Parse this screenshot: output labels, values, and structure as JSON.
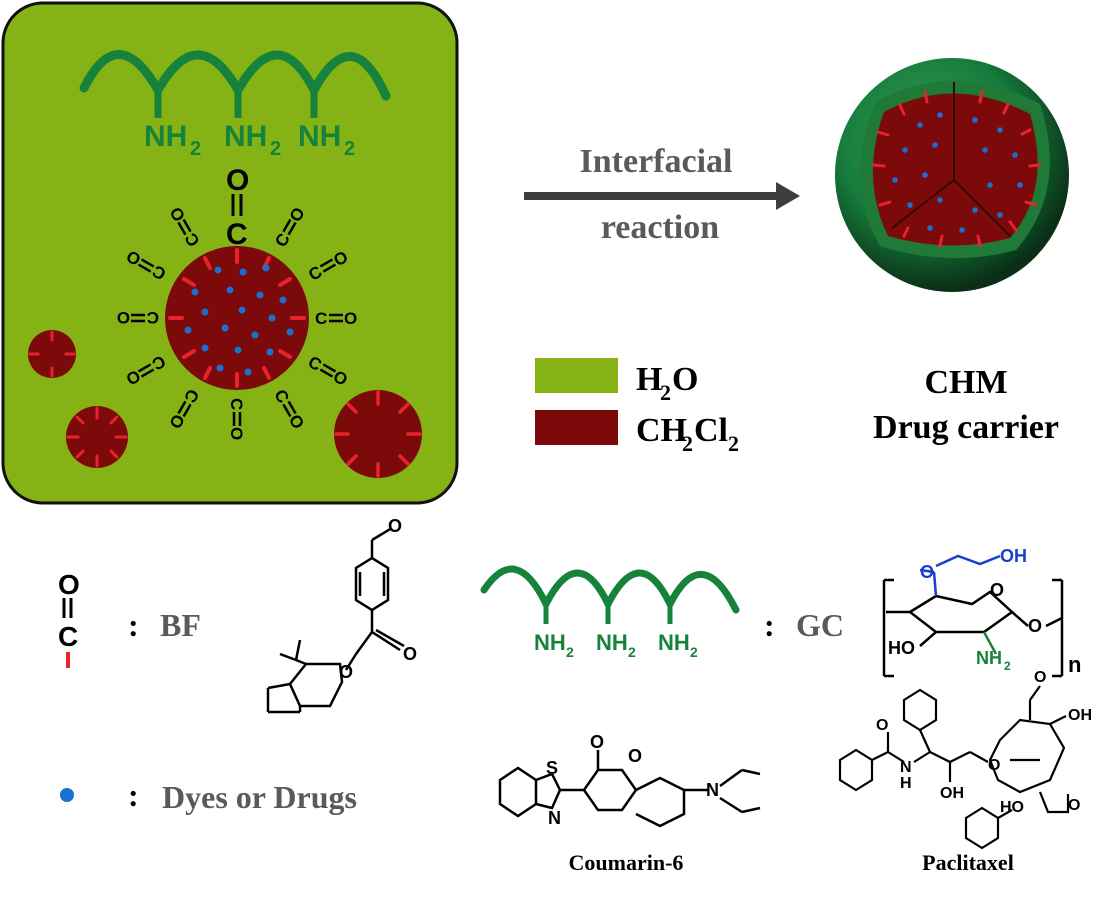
{
  "panel": {
    "amine_labels": [
      "NH",
      "NH",
      "NH"
    ],
    "amine_subscript": "2",
    "carbonyl_top": "C",
    "carbonyl_o": "O",
    "ring_letter_c": "C",
    "ring_letter_o": "O"
  },
  "arrow": {
    "line1": "Interfacial",
    "line2": "reaction"
  },
  "legend": {
    "water_label": "H2O",
    "dcm_label": "CH2Cl2",
    "water_color": "#85b316",
    "dcm_color": "#7c0a0b"
  },
  "product": {
    "line1": "CHM",
    "line2": "Drug carrier"
  },
  "bottom": {
    "bf_colon": ":",
    "bf_label": "BF",
    "gc_colon": ":",
    "gc_label": "GC",
    "drug_colon": ":",
    "drug_label": "Dyes or Drugs",
    "gc_oh": "OH",
    "gc_ho": "HO",
    "gc_nh2": "NH",
    "gc_n": "n",
    "gc_o": "O",
    "coumarin_label": "Coumarin-6",
    "paclitaxel_label": "Paclitaxel",
    "chem_s": "S",
    "chem_n": "N",
    "chem_o": "O",
    "chem_h": "H",
    "chem_oh": "OH",
    "chem_ho": "HO"
  },
  "colors": {
    "polymer_green": "#17823b",
    "dye_blue": "#1a6fd1",
    "red_mark": "#e8232a",
    "arrow_gray": "#3d3d3d",
    "text_gray": "#5a5a5a"
  }
}
